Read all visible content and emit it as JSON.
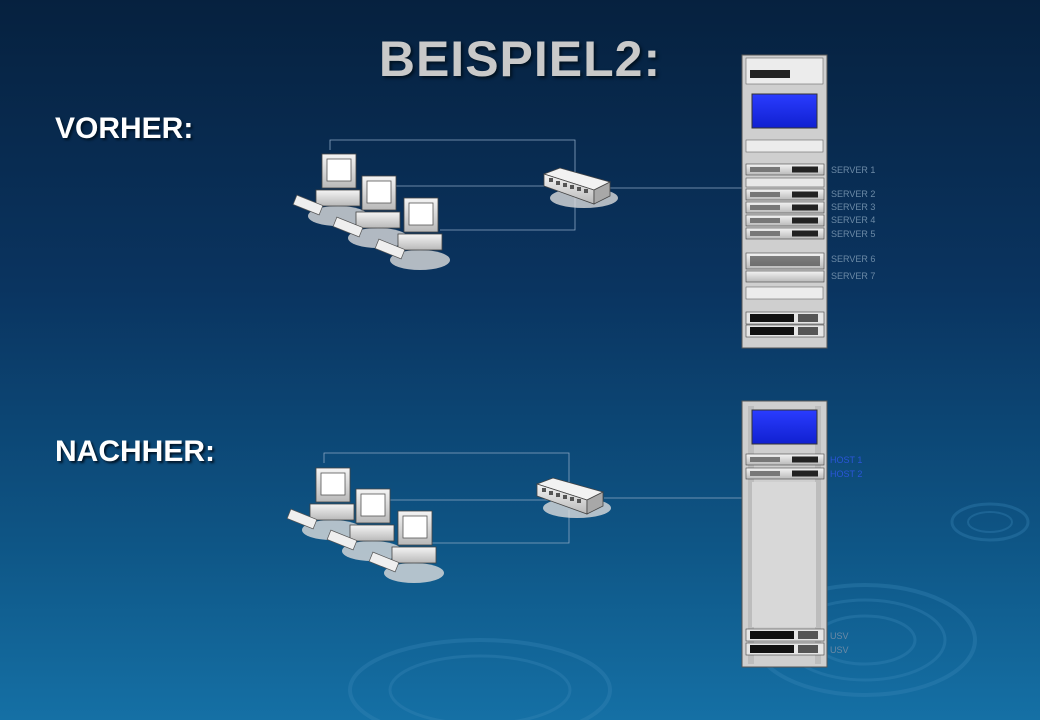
{
  "title": "BEISPIEL2:",
  "sections": {
    "before": {
      "label": "VORHER:",
      "rack_labels": [
        "SERVER 1",
        "SERVER 2",
        "SERVER 3",
        "SERVER 4",
        "SERVER 5",
        "SERVER 6",
        "SERVER 7"
      ]
    },
    "after": {
      "label": "NACHHER:",
      "host_labels": [
        "HOST 1",
        "HOST 2"
      ],
      "ups_labels": [
        "USV",
        "USV"
      ]
    }
  }
}
